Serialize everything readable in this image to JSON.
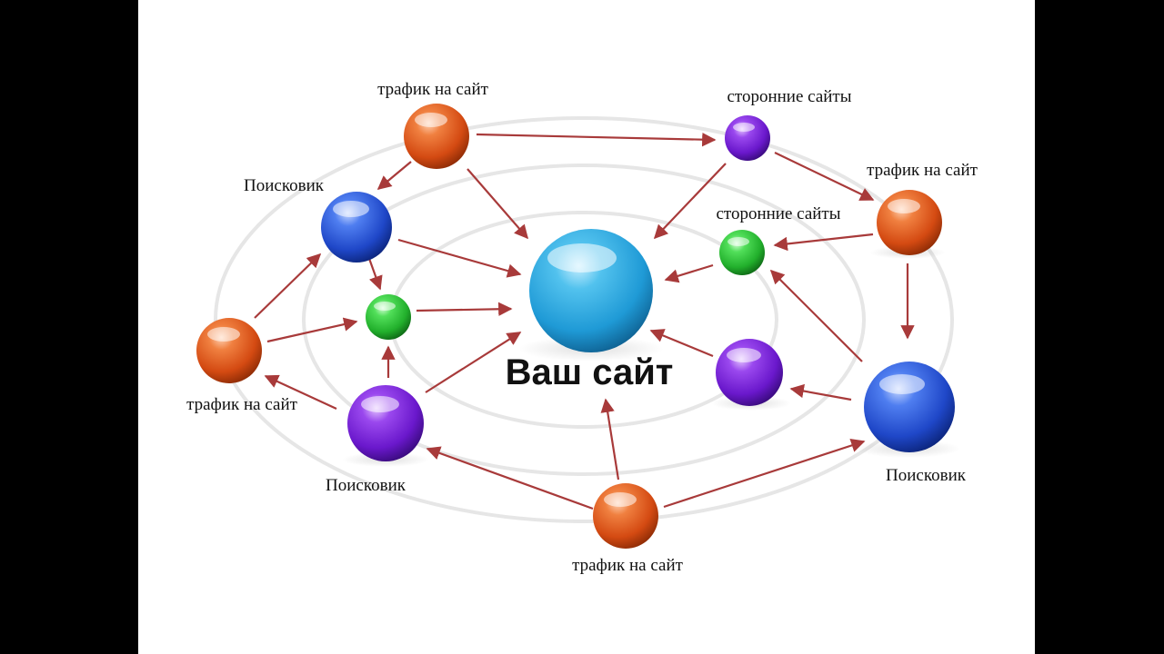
{
  "colors": {
    "background": "#000000",
    "canvas": "#ffffff",
    "arrow": "#a83a3a",
    "orange": "#e0551b",
    "blue": "#2a56d6",
    "purple": "#7a22d8",
    "green": "#2fc63a",
    "main": "#27a4dd"
  },
  "diagram": {
    "main_label": "Ваш сайт",
    "labels": {
      "traffic_top": "трафик на сайт",
      "third_party_top": "сторонние сайты",
      "traffic_right": "трафик на сайт",
      "third_party_mid": "сторонние сайты",
      "search_left_top": "Поисковик",
      "traffic_left": "трафик на сайт",
      "search_left_bottom": "Поисковик",
      "search_right": "Поисковик",
      "traffic_bottom": "трафик на сайт"
    }
  }
}
